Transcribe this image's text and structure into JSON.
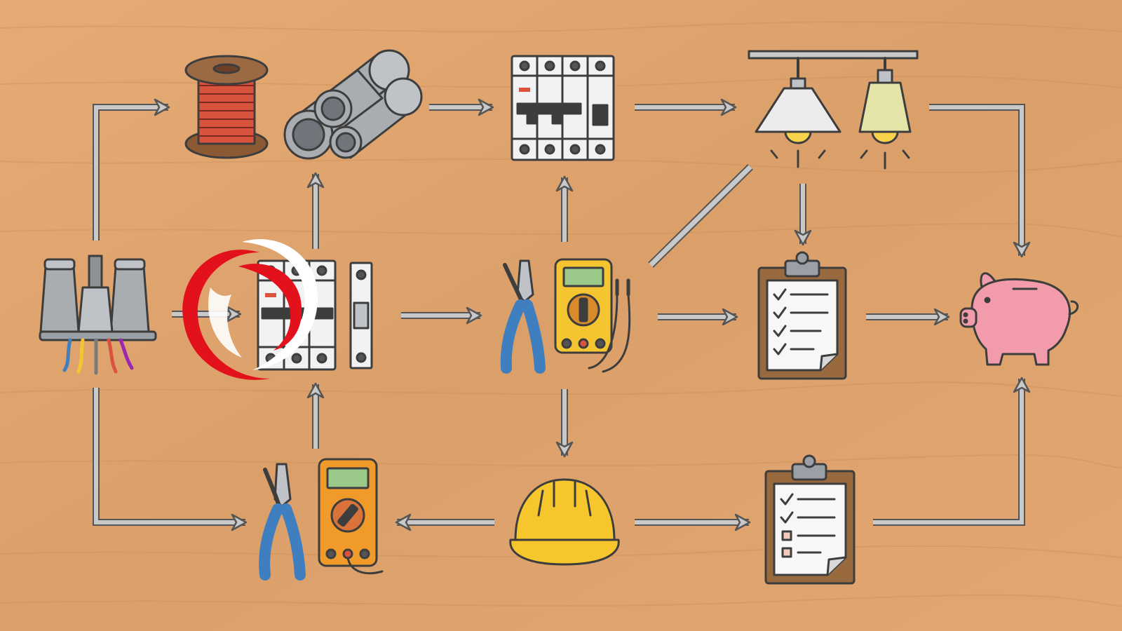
{
  "background": {
    "style": "wood-grain",
    "base_color": "#e0a46f",
    "grain_color": "#c98a55"
  },
  "colors": {
    "arrow": "#c9c9c9",
    "outline": "#3d3d3d",
    "wire_red": "#d9533f",
    "pipe_gray": "#a9adb2",
    "breaker_white": "#f2f2f2",
    "meter_yellow": "#f4c531",
    "meter_orange": "#f09a2a",
    "helmet_yellow": "#f6c62c",
    "plier_blue": "#3f7fc0",
    "clipboard_brown": "#9a6a3f",
    "piggy_pink": "#f29bab",
    "lamp_white": "#ececec",
    "lamp_cream": "#e4e3a8",
    "bulb_yellow": "#f7d24a",
    "logo_red": "#e3111b",
    "logo_white": "#ffffff"
  },
  "nodes": [
    {
      "id": "utility-poles",
      "icon": "utility-pole-insulators-icon"
    },
    {
      "id": "wire-spool",
      "icon": "wire-spool-icon"
    },
    {
      "id": "conduit-pipes",
      "icon": "conduit-pipes-icon"
    },
    {
      "id": "panel-top",
      "icon": "breaker-panel-icon"
    },
    {
      "id": "pendant-lamps",
      "icon": "pendant-lamps-icon"
    },
    {
      "id": "breaker-center",
      "icon": "circuit-breaker-icon"
    },
    {
      "id": "tools-center",
      "icon": "pliers-multimeter-icon"
    },
    {
      "id": "checklist-mid",
      "icon": "checklist-clipboard-icon"
    },
    {
      "id": "piggy-bank",
      "icon": "piggy-bank-icon"
    },
    {
      "id": "tools-bottom",
      "icon": "pliers-multimeter-icon"
    },
    {
      "id": "hard-hat",
      "icon": "hard-hat-icon"
    },
    {
      "id": "checklist-bottom",
      "icon": "checklist-clipboard-icon"
    }
  ],
  "arrows": [
    {
      "from": "utility-poles",
      "to": "wire-spool",
      "direction": "up-then-right"
    },
    {
      "from": "utility-poles",
      "to": "breaker-center",
      "direction": "right"
    },
    {
      "from": "utility-poles",
      "to": "tools-bottom",
      "direction": "down-then-right"
    },
    {
      "from": "breaker-center",
      "to": "conduit-pipes",
      "direction": "up"
    },
    {
      "from": "tools-bottom",
      "to": "breaker-center",
      "direction": "up"
    },
    {
      "from": "conduit-pipes",
      "to": "panel-top",
      "direction": "right"
    },
    {
      "from": "breaker-center",
      "to": "tools-center",
      "direction": "right"
    },
    {
      "from": "tools-center",
      "to": "panel-top",
      "direction": "up"
    },
    {
      "from": "tools-center",
      "to": "hard-hat",
      "direction": "down"
    },
    {
      "from": "tools-center",
      "to": "pendant-lamps",
      "direction": "diagonal-line"
    },
    {
      "from": "tools-center",
      "to": "checklist-mid",
      "direction": "right"
    },
    {
      "from": "panel-top",
      "to": "pendant-lamps",
      "direction": "right"
    },
    {
      "from": "pendant-lamps",
      "to": "checklist-mid",
      "direction": "down"
    },
    {
      "from": "pendant-lamps",
      "to": "piggy-bank",
      "direction": "right-then-down"
    },
    {
      "from": "checklist-mid",
      "to": "piggy-bank",
      "direction": "right"
    },
    {
      "from": "hard-hat",
      "to": "tools-bottom",
      "direction": "left"
    },
    {
      "from": "hard-hat",
      "to": "checklist-bottom",
      "direction": "right"
    },
    {
      "from": "checklist-bottom",
      "to": "piggy-bank",
      "direction": "right-then-up"
    }
  ],
  "overlay_logo": {
    "icon": "red-crescent-swoosh-logo-icon"
  }
}
